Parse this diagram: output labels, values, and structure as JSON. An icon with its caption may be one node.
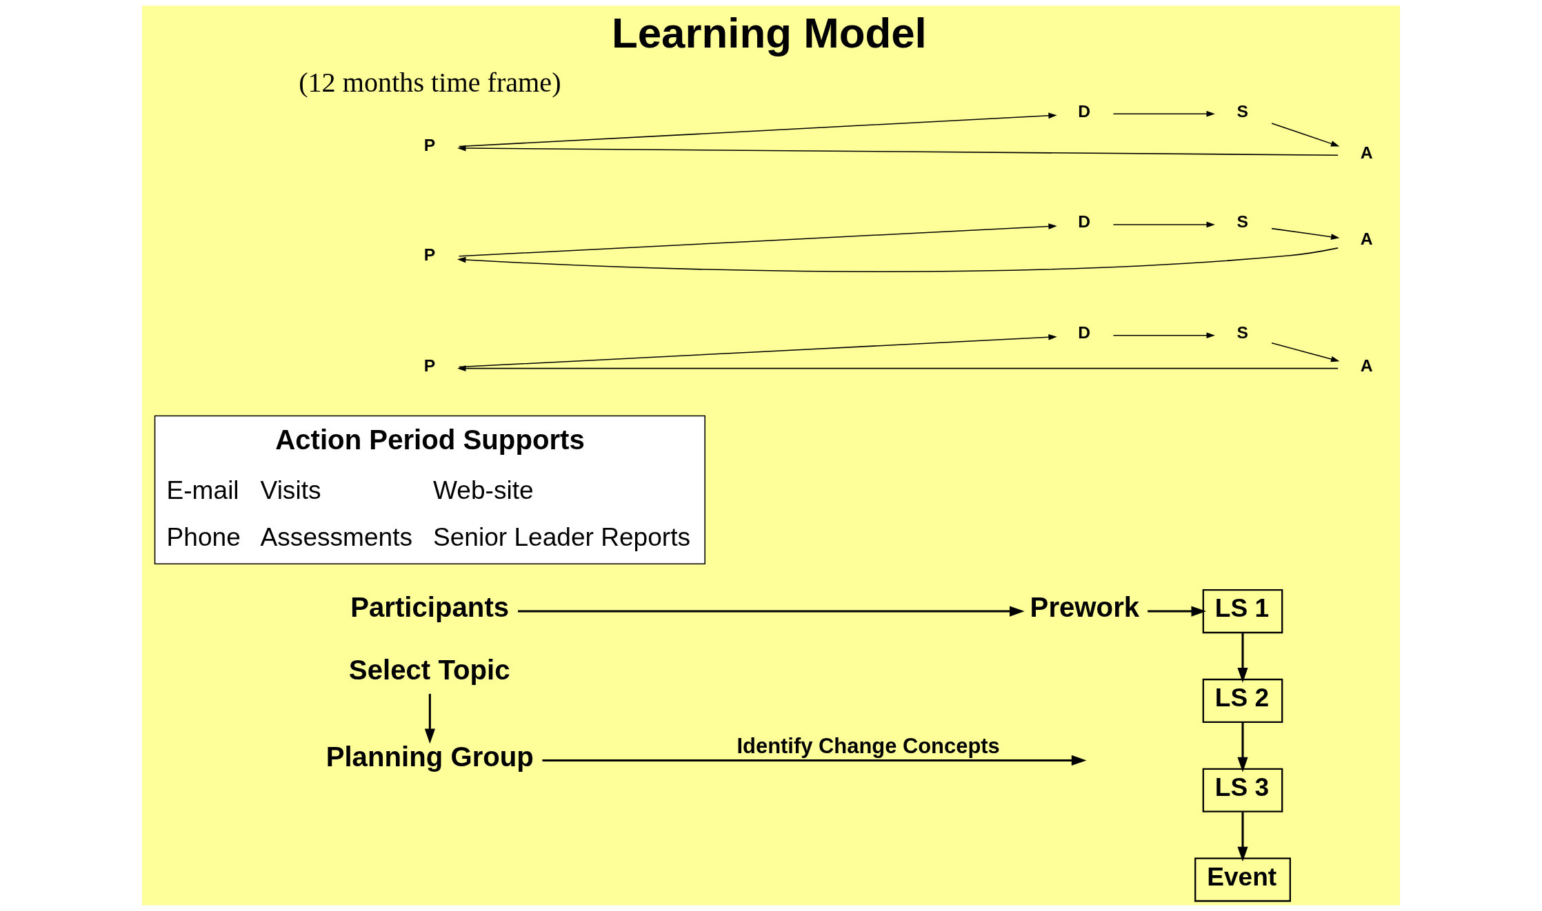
{
  "diagram": {
    "title": "Learning Model",
    "nodes": [
      {
        "text": [
          "Select Topic"
        ]
      },
      {
        "text": [
          "Planning Group"
        ]
      },
      {
        "text": [
          "Participants"
        ]
      },
      {
        "text": [
          "Prework"
        ]
      },
      {
        "text": [
          "LS 1"
        ]
      },
      {
        "text": [
          "LS 2"
        ]
      },
      {
        "text": [
          "LS 3"
        ]
      },
      {
        "text": [
          "Event"
        ]
      },
      {
        "text": [
          "Action Period Supports",
          "E-mail",
          "Visits",
          "Web-site",
          "Phone",
          "Assessments",
          "Senior Leader Reports"
        ]
      },
      {
        "text": [
          "P"
        ]
      },
      {
        "text": [
          "D"
        ]
      },
      {
        "text": [
          "S"
        ]
      },
      {
        "text": [
          "A"
        ]
      },
      {
        "text": [
          "P"
        ]
      },
      {
        "text": [
          "D"
        ]
      },
      {
        "text": [
          "S"
        ]
      },
      {
        "text": [
          "A"
        ]
      },
      {
        "text": [
          "P"
        ]
      },
      {
        "text": [
          "D"
        ]
      },
      {
        "text": [
          "S"
        ]
      },
      {
        "text": [
          "A"
        ]
      }
    ],
    "edges": [
      {
        "from": 0,
        "to": 1,
        "arrow": "to"
      },
      {
        "from": 1,
        "to": null,
        "arrow": "to",
        "label": "Identify Change Concepts"
      },
      {
        "from": 2,
        "to": 3,
        "arrow": "to"
      },
      {
        "from": 3,
        "to": 4,
        "arrow": "to"
      },
      {
        "from": 4,
        "to": 5,
        "arrow": "to"
      },
      {
        "from": 5,
        "to": 6,
        "arrow": "to"
      },
      {
        "from": 6,
        "to": 7,
        "arrow": "to"
      },
      {
        "from": 12,
        "to": 9,
        "arrow": "to"
      },
      {
        "from": 9,
        "to": 10,
        "arrow": "to"
      },
      {
        "from": 10,
        "to": 11,
        "arrow": "to"
      },
      {
        "from": 11,
        "to": 12,
        "arrow": "to"
      },
      {
        "from": 16,
        "to": 13,
        "arrow": "to"
      },
      {
        "from": 13,
        "to": 14,
        "arrow": "to"
      },
      {
        "from": 14,
        "to": 15,
        "arrow": "to"
      },
      {
        "from": 15,
        "to": 16,
        "arrow": "to"
      },
      {
        "from": 20,
        "to": 17,
        "arrow": "to"
      },
      {
        "from": 17,
        "to": 18,
        "arrow": "to"
      },
      {
        "from": 18,
        "to": 19,
        "arrow": "to"
      },
      {
        "from": 19,
        "to": 20,
        "arrow": "to"
      }
    ],
    "labels": [
      "(12 months time frame)"
    ]
  }
}
